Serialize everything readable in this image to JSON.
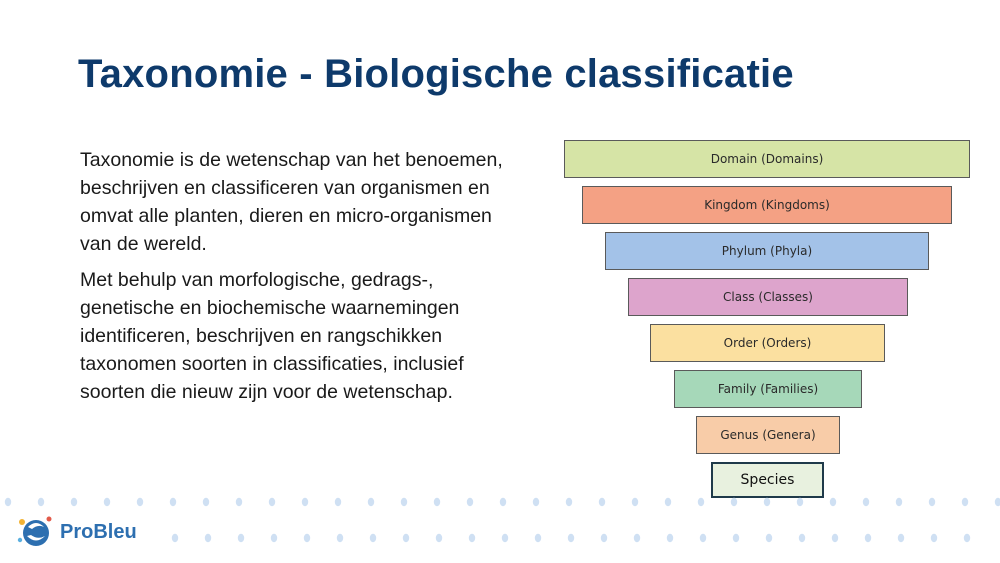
{
  "title": "Taxonomie - Biologische classificatie",
  "paragraphs": [
    "Taxonomie is de wetenschap van het benoemen, beschrijven en classificeren van organismen en omvat alle planten, dieren en micro-organismen van de wereld.",
    "Met behulp van morfologische, gedrags-, genetische en biochemische waarnemingen identificeren, beschrijven en rangschikken taxonomen soorten in classificaties, inclusief soorten die nieuw zijn voor de wetenschap."
  ],
  "pyramid": {
    "levels": [
      {
        "label": "Domain (Domains)",
        "color": "#d6e4a6"
      },
      {
        "label": "Kingdom (Kingdoms)",
        "color": "#f4a184"
      },
      {
        "label": "Phylum (Phyla)",
        "color": "#a3c2e8"
      },
      {
        "label": "Class (Classes)",
        "color": "#dda4cc"
      },
      {
        "label": "Order (Orders)",
        "color": "#fbe0a0"
      },
      {
        "label": "Family (Families)",
        "color": "#a6d8b9"
      },
      {
        "label": "Genus (Genera)",
        "color": "#f8cca8"
      },
      {
        "label": "Species",
        "color": "#e8f1df"
      }
    ]
  },
  "logo": {
    "text": "ProBleu",
    "icon": "probleu-logo-icon"
  },
  "colors": {
    "title": "#0e3a6b",
    "brand": "#2d6fb0",
    "dots": "#cfe0f3"
  }
}
